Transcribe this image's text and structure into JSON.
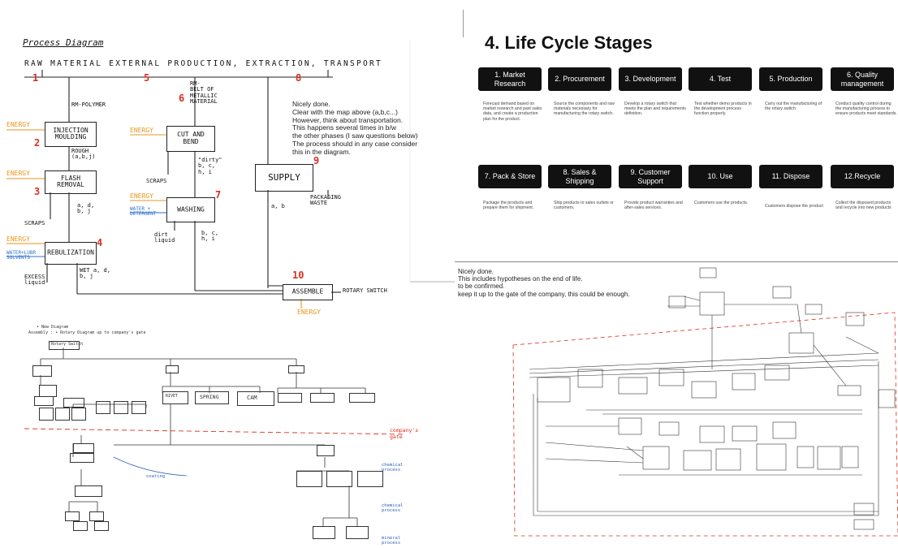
{
  "process_diagram": {
    "title": "Process Diagram",
    "header": "RAW MATERIAL EXTERNAL PRODUCTION, EXTRACTION, TRANSPORT",
    "step_numbers": [
      "1",
      "2",
      "3",
      "4",
      "5",
      "6",
      "7",
      "8",
      "9",
      "10"
    ],
    "boxes": {
      "injection": "INJECTION\nMOULDING",
      "flash": "FLASH\nREMOVAL",
      "rebulization": "REBULIZATION",
      "cut_bend": "CUT AND\nBEND",
      "washing": "WASHING",
      "supply": "SUPPLY",
      "assemble": "ASSEMBLE"
    },
    "labels": {
      "rm_polymer": "RM-POLYMER",
      "rm_belt": "RM-\nBELT OF\nMETALLIC\nMATERIAL",
      "rough": "ROUGH\n(a,b,j)",
      "scraps1": "SCRAPS",
      "scraps2": "SCRAPS",
      "a_d": "a, d,\nb, j",
      "dirty": "\"dirty\"\nb, c,\nh, i",
      "dirt_liquid": "dirt\nliquid",
      "bch": "b, c,\nh, i",
      "excess": "EXCESS\nliquid",
      "wet": "WET a, d,\nb, j",
      "ab": "a, b",
      "packaging": "PACKAGING\nWASTE",
      "rotary": "ROTARY SWITCH",
      "energy": "ENERGY",
      "water_detergent": "WATER +\nDETERGENT",
      "water_lubricant": "WATER+LUBR\nSOLVENTS"
    },
    "note": "Nicely done.\nClear with the map above (a,b,c...)\nHowever, think about transportation.\nThis happens several times in b/w\nthe other phases (I saw questions below)\nThe process should in any case consider\nthis in the diagram."
  },
  "life_cycle": {
    "title": "4. Life Cycle Stages",
    "stages": [
      {
        "label": "1. Market\nResearch",
        "desc": "Forecast demand based on market research and past sales data, and create a production plan for the product."
      },
      {
        "label": "2. Procurement",
        "desc": "Source the components and raw materials necessary for manufacturing the rotary switch."
      },
      {
        "label": "3. Development",
        "desc": "Develop a rotary switch that meets the plan and requirements definition."
      },
      {
        "label": "4. Test",
        "desc": "Test whether demo products in the development process function properly."
      },
      {
        "label": "5. Production",
        "desc": "Carry out the manufacturing of the rotary switch."
      },
      {
        "label": "6. Quality\nmanagement",
        "desc": "Conduct quality control during the manufacturing process to ensure products meet standards."
      },
      {
        "label": "7. Pack & Store",
        "desc": "Package the products and prepare them for shipment."
      },
      {
        "label": "8. Sales &\nShipping",
        "desc": "Ship products to sales outlets or customers."
      },
      {
        "label": "9. Customer\nSupport",
        "desc": "Provide product warranties and after-sales services."
      },
      {
        "label": "10. Use",
        "desc": "Customers use the products."
      },
      {
        "label": "11. Dispose",
        "desc": "Customers dispose the product"
      },
      {
        "label": "12.Recycle",
        "desc": "Collect the disposed products and recycle into new products"
      }
    ]
  },
  "bottom_left": {
    "company_gate": "company's\ngate",
    "top_node": "Rotary Switch",
    "mid_labels": [
      "RIVET",
      "SPRING",
      "CAM"
    ],
    "coating": "coating",
    "chemical_process": "chemical\nprocess",
    "mineral": "mineral\nprocess"
  },
  "bottom_right": {
    "note": "Nicely done.\nThis includes hypotheses on the end of life.\nto be confirmed.\nkeep it up to the gate of the company, this could be enough."
  }
}
